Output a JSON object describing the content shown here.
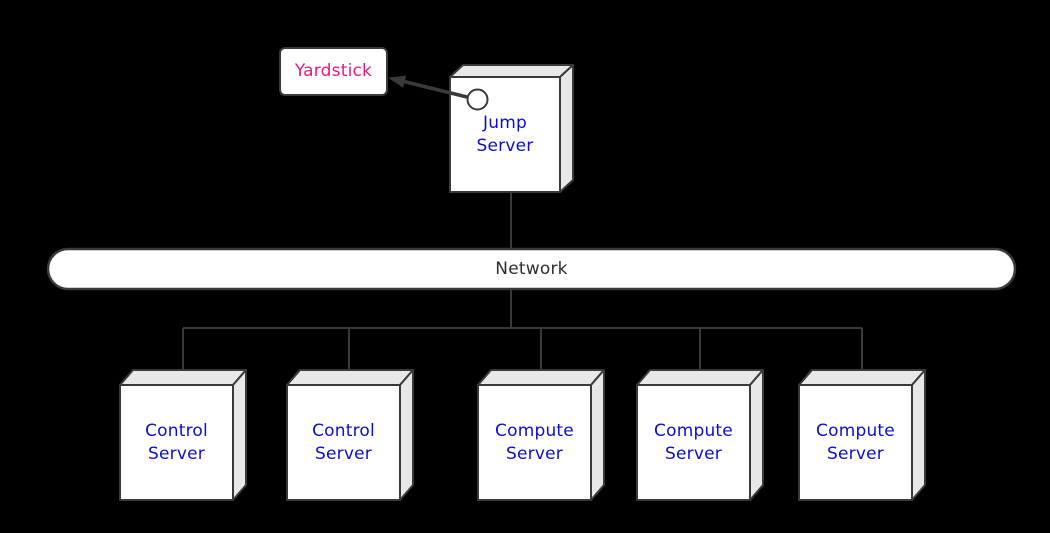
{
  "diagram": {
    "background_color": "#000000",
    "colors": {
      "node_fill": "#ffffff",
      "node_shade_fill": "#e8e8e8",
      "node_border": "#3a3a3a",
      "edge_color": "#3a3a3a",
      "server_label_color": "#0d0dd0",
      "yardstick_label_color": "#e9177e",
      "network_label_color": "#2d2d2d"
    },
    "yardstick": {
      "label": "Yardstick"
    },
    "jump_server": {
      "lines": [
        "Jump",
        "Server"
      ]
    },
    "network": {
      "label": "Network"
    },
    "servers": [
      {
        "lines": [
          "Control",
          "Server"
        ]
      },
      {
        "lines": [
          "Control",
          "Server"
        ]
      },
      {
        "lines": [
          "Compute",
          "Server"
        ]
      },
      {
        "lines": [
          "Compute",
          "Server"
        ]
      },
      {
        "lines": [
          "Compute",
          "Server"
        ]
      }
    ]
  }
}
